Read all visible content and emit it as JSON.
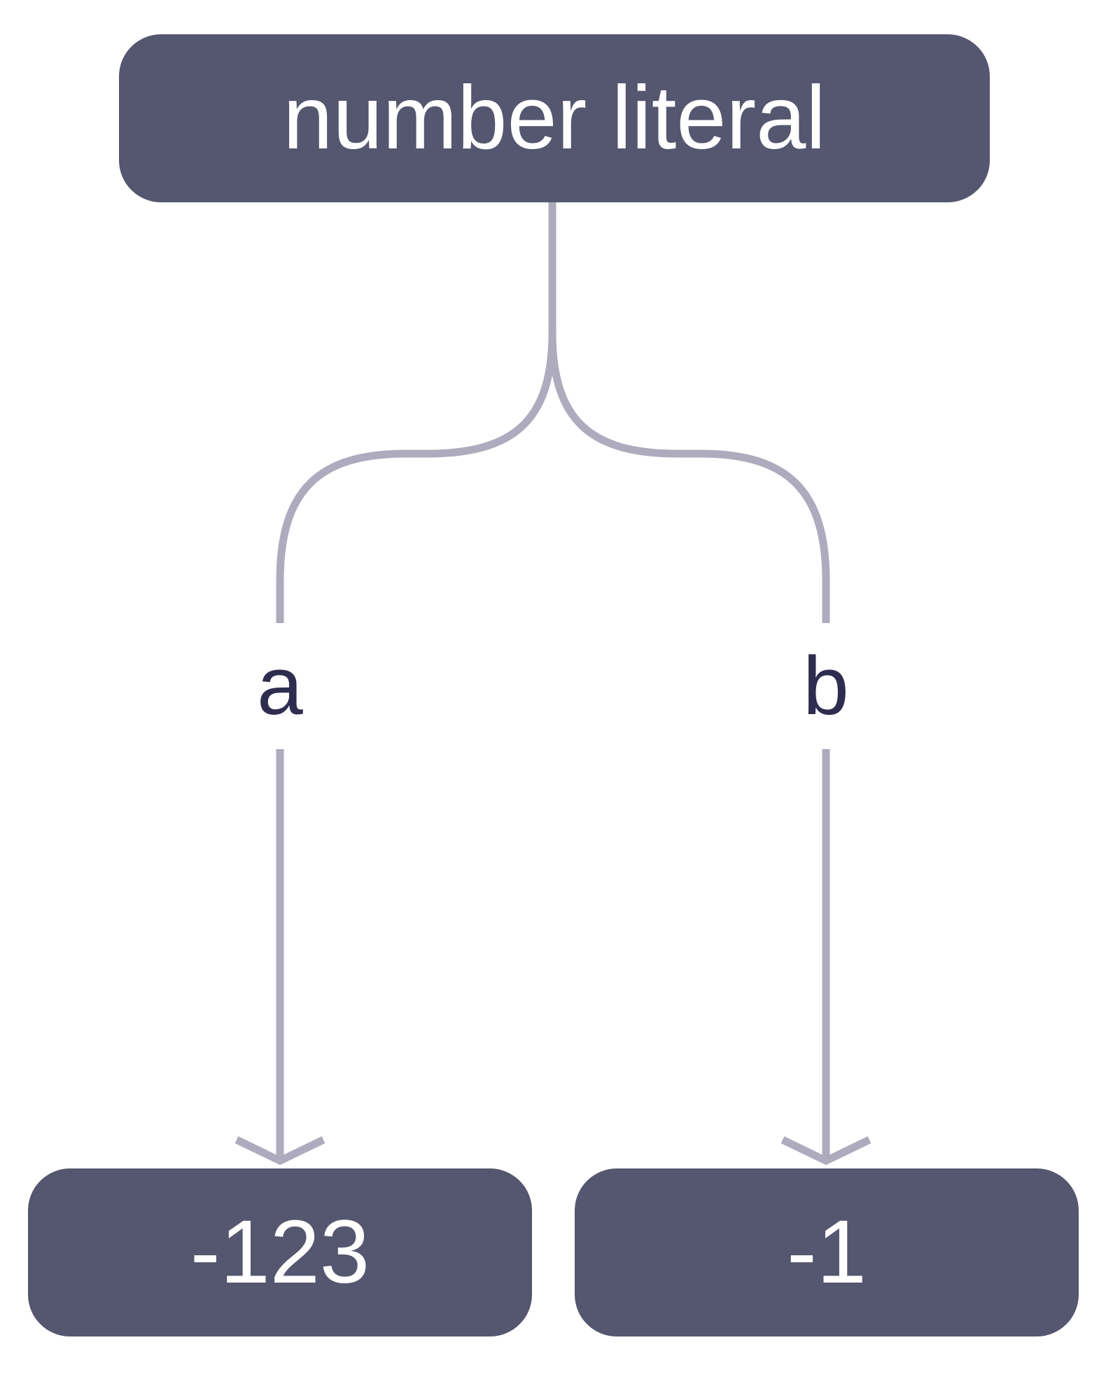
{
  "diagram": {
    "root": {
      "label": "number literal"
    },
    "children": [
      {
        "edge_label": "a",
        "label": "-123"
      },
      {
        "edge_label": "b",
        "label": "-1"
      }
    ]
  },
  "colors": {
    "node_fill": "#55566f",
    "node_text": "#ffffff",
    "edge": "#aeabbe",
    "edge_label": "#2e2d4f"
  }
}
